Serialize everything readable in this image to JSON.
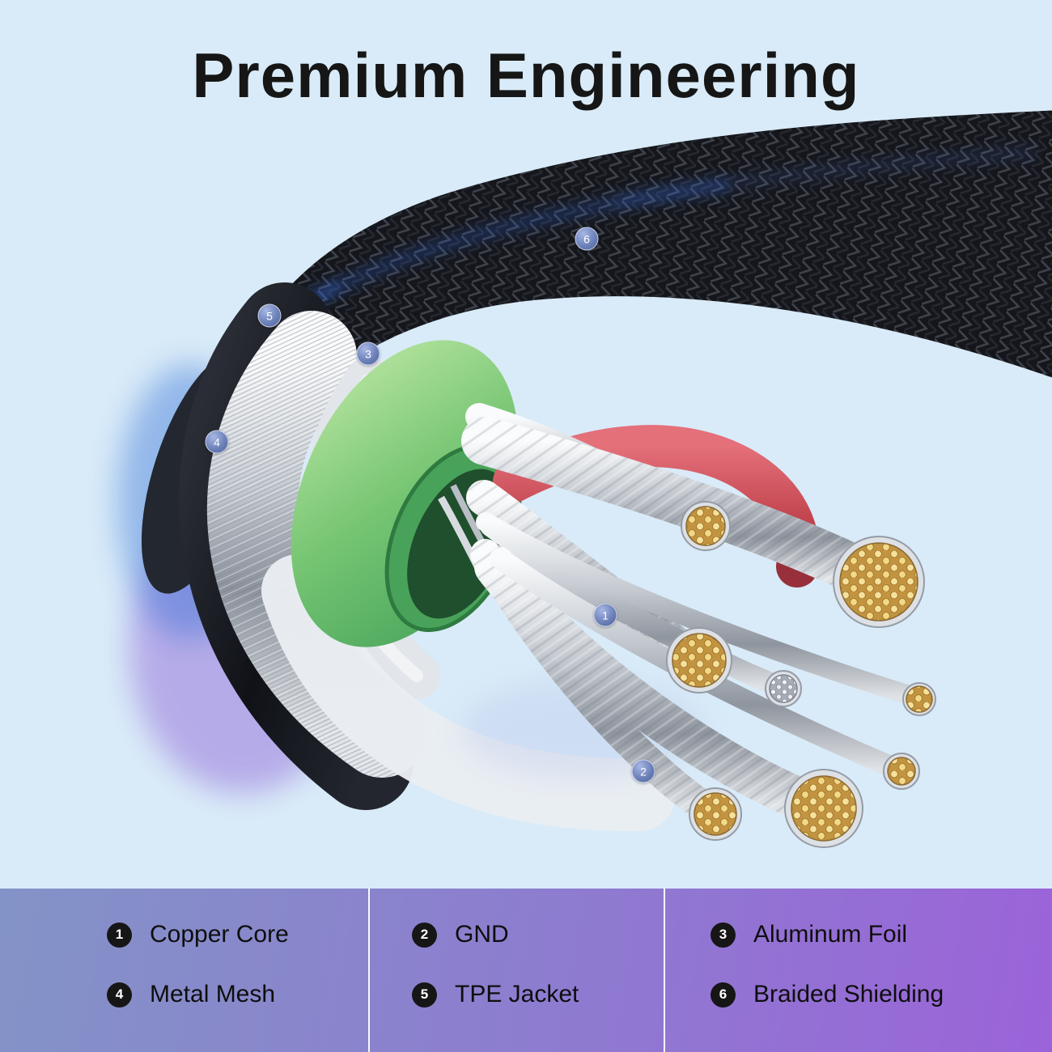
{
  "title": "Premium Engineering",
  "callouts": [
    {
      "num": "1"
    },
    {
      "num": "2"
    },
    {
      "num": "3"
    },
    {
      "num": "4"
    },
    {
      "num": "5"
    },
    {
      "num": "6"
    }
  ],
  "legend": {
    "items": [
      {
        "num": "1",
        "label": "Copper Core"
      },
      {
        "num": "2",
        "label": "GND"
      },
      {
        "num": "3",
        "label": "Aluminum Foil"
      },
      {
        "num": "4",
        "label": "Metal Mesh"
      },
      {
        "num": "5",
        "label": "TPE Jacket"
      },
      {
        "num": "6",
        "label": "Braided Shielding"
      }
    ]
  },
  "colors": {
    "page_background": "#d9ebf8",
    "title_text": "#161616",
    "legend_gradient_start": "#8393c7",
    "legend_gradient_end": "#9b63d9",
    "legend_badge": "#161616",
    "callout_badge": "#5a6fa8",
    "cable_braid": "#15161b",
    "core_sleeve_green": "#76c573",
    "wire_red": "#c2454f",
    "copper_strand": "#f4dd92"
  }
}
